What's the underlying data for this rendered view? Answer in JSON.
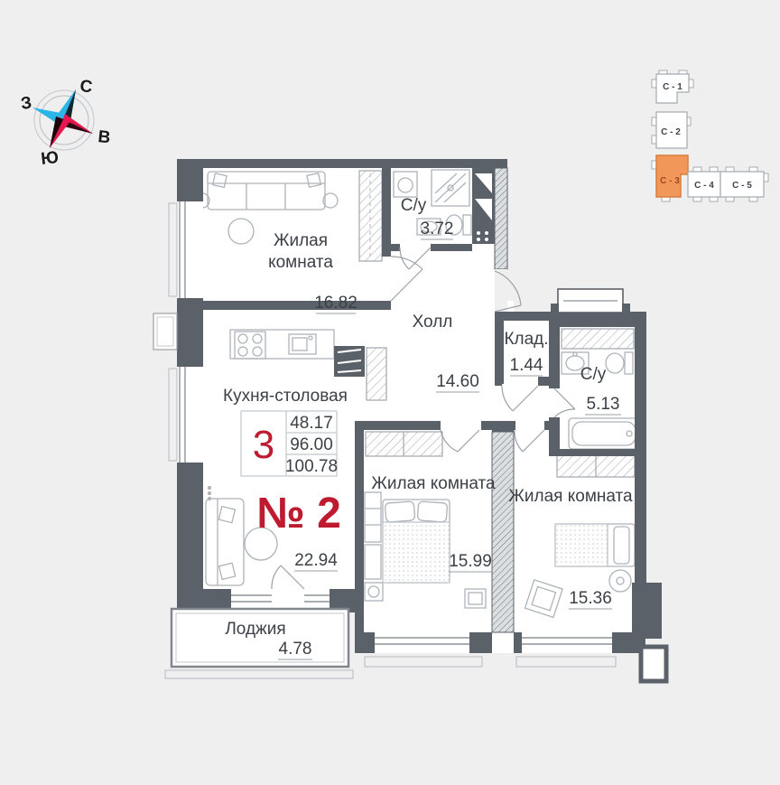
{
  "compass": {
    "north": "С",
    "west": "З",
    "east": "В",
    "south": "Ю"
  },
  "building_map": {
    "sections": [
      {
        "label": "С - 1"
      },
      {
        "label": "С - 2"
      },
      {
        "label": "С - 3"
      },
      {
        "label": "С - 4"
      },
      {
        "label": "С - 5"
      }
    ],
    "highlighted_section": "С - 3",
    "highlight_color": "#F2975A"
  },
  "apartment": {
    "number": "№ 2",
    "rooms_count": "3",
    "area_living": "48.17",
    "area_main": "96.00",
    "area_total": "100.78"
  },
  "rooms": {
    "living1": {
      "name_line1": "Жилая",
      "name_line2": "комната",
      "area": "16.82"
    },
    "bathroom1": {
      "name": "С/у",
      "area": "3.72"
    },
    "hall": {
      "name": "Холл",
      "area": "14.60"
    },
    "storage": {
      "name": "Клад.",
      "area": "1.44"
    },
    "bathroom2": {
      "name": "С/у",
      "area": "5.13"
    },
    "kitchen": {
      "name": "Кухня-столовая",
      "area": "22.94"
    },
    "bedroom1": {
      "name": "Жилая комната",
      "area": "15.99"
    },
    "bedroom2": {
      "name": "Жилая комната",
      "area": "15.36"
    },
    "loggia": {
      "name": "Лоджия",
      "area": "4.78"
    }
  },
  "colors": {
    "wall": "#5B6168",
    "accent_red": "#BE1B31",
    "text": "#3C4147",
    "furniture_line": "#AEB3B9",
    "background": "#EFEFEF",
    "compass_blue": "#2AB4E8",
    "compass_red": "#E6164E"
  }
}
